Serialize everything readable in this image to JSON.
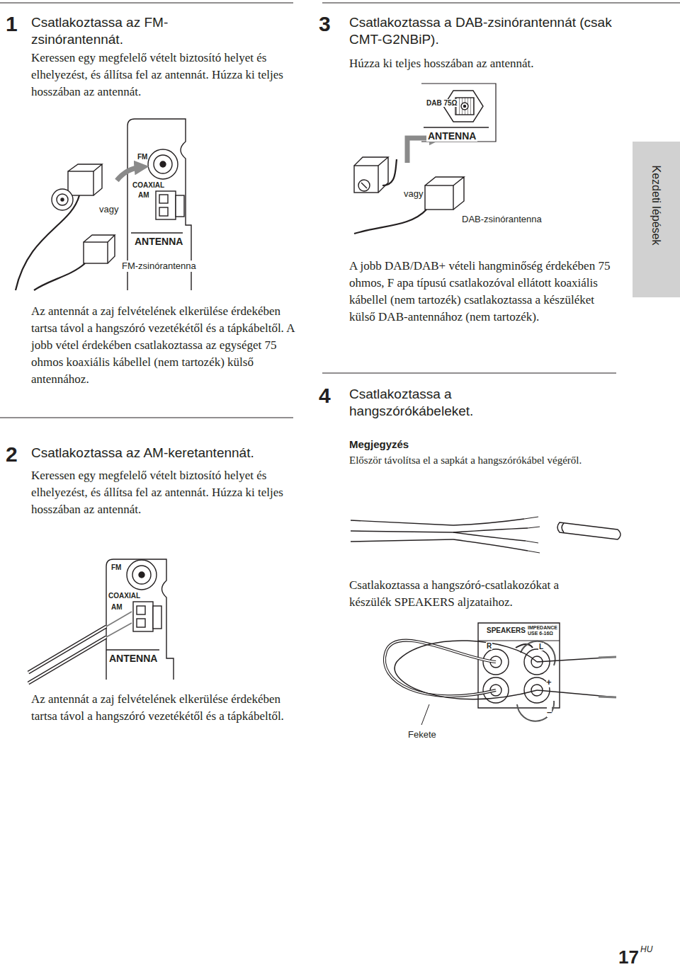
{
  "diagram": {
    "nodes": [
      {
        "text": [
          "Kezdeti lépések"
        ]
      }
    ],
    "labels": [
      "1",
      "Csatlakoztassa az FM-zsinórantennát.",
      "Keressen egy megfelelő vételt biztosító helyet és elhelyezést, és állítsa fel az antennát. Húzza ki teljes hosszában az antennát.",
      "FM",
      "COAXIAL",
      "AM",
      "ANTENNA",
      "vagy",
      "FM-zsinórantenna",
      "Az antennát a zaj felvételének elkerülése érdekében tartsa távol a hangszóró vezetékétől és a tápkábeltől. A jobb vétel érdekében csatlakoztassa az egységet 75 ohmos koaxiális kábellel (nem tartozék) külső antennához.",
      "2",
      "Csatlakoztassa az AM-keretantennát.",
      "Keressen egy megfelelő vételt biztosító helyet és elhelyezést, és állítsa fel az antennát. Húzza ki teljes hosszában az antennát.",
      "FM",
      "COAXIAL",
      "AM",
      "ANTENNA",
      "Az antennát a zaj felvételének elkerülése érdekében tartsa távol a hangszóró vezetékétől és a tápkábeltől.",
      "3",
      "Csatlakoztassa a DAB-zsinórantennát (csak CMT-G2NBiP).",
      "Húzza ki teljes hosszában az antennát.",
      "DAB 75Ω",
      "ANTENNA",
      "vagy",
      "DAB-zsinórantenna",
      "A jobb DAB/DAB+ vételi hangminőség érdekében 75 ohmos, F apa típusú csatlakozóval ellátott koaxiális kábellel (nem tartozék) csatlakoztassa a készüléket külső DAB-antennához (nem tartozék).",
      "4",
      "Csatlakoztassa a hangszórókábeleket.",
      "Megjegyzés",
      "Először távolítsa el a sapkát a hangszórókábel végéről.",
      "Csatlakoztassa a hangszóró-csatlakozókat a készülék SPEAKERS aljzataihoz.",
      "SPEAKERS",
      "IMPEDANCE USE 6-16Ω",
      "R",
      "L",
      "+",
      "–",
      "Fekete",
      "17",
      "HU"
    ]
  }
}
